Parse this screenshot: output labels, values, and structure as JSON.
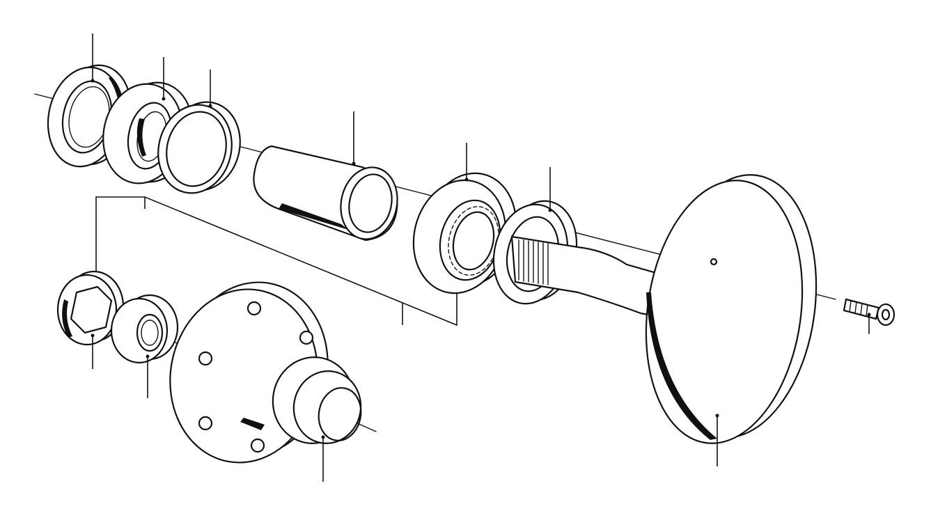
{
  "diagram": {
    "type": "exploded-view-parts-diagram",
    "callouts": [
      {
        "id": "shaft-seal-outer"
      },
      {
        "id": "bearing-outer"
      },
      {
        "id": "bearing-race"
      },
      {
        "id": "spacer-sleeve"
      },
      {
        "id": "bearing-inner"
      },
      {
        "id": "shaft-seal-inner"
      },
      {
        "id": "output-shaft"
      },
      {
        "id": "socket-head-bolt"
      },
      {
        "id": "hex-collar-nut"
      },
      {
        "id": "threaded-collar"
      },
      {
        "id": "drive-flange"
      },
      {
        "id": "bearing-set-group"
      }
    ]
  }
}
